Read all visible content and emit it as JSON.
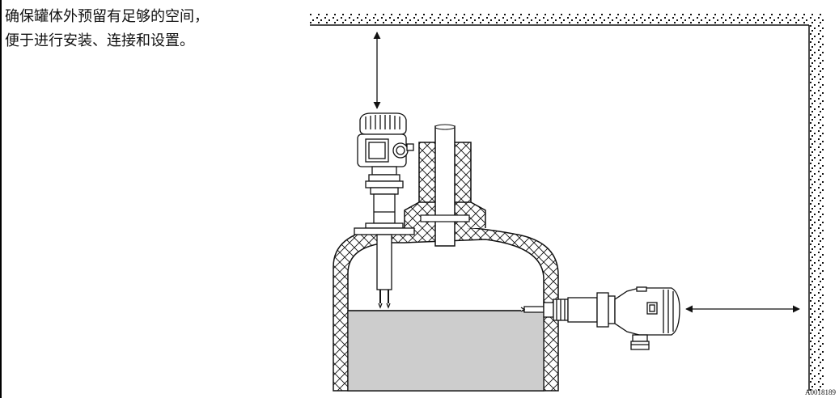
{
  "caption": {
    "line1": "确保罐体外预留有足够的空间，",
    "line2": "便于进行安装、连接和设置。"
  },
  "figure_ref": "A0018189",
  "colors": {
    "line": "#111111",
    "liquid": "#cdcdcd",
    "background": "#ffffff"
  }
}
